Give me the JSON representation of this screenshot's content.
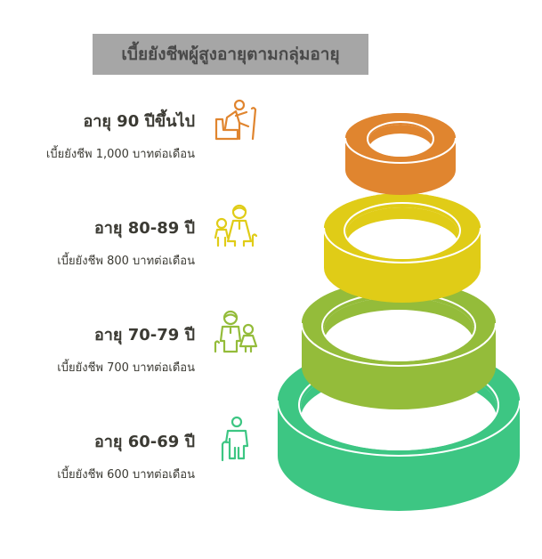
{
  "title": "เบี้ยยังชีพผู้สูงอายุตามกลุ่มอายุ",
  "tiers": [
    {
      "age_label": "อายุ 90 ปีขึ้นไป",
      "allowance": "เบี้ยยังชีพ 1,000 บาทต่อเดือน",
      "icon": "elderly-seated-with-cane-icon",
      "color": "#e0852f"
    },
    {
      "age_label": "อายุ 80-89 ปี",
      "allowance": "เบี้ยยังชีพ 800 บาทต่อเดือน",
      "icon": "elderly-woman-with-child-icon",
      "color": "#e0cc17"
    },
    {
      "age_label": "อายุ 70-79 ปี",
      "allowance": "เบี้ยยังชีพ 700 บาทต่อเดือน",
      "icon": "elderly-man-with-child-icon",
      "color": "#94bc3a"
    },
    {
      "age_label": "อายุ 60-69 ปี",
      "allowance": "เบี้ยยังชีพ 600 บาทต่อเดือน",
      "icon": "elderly-person-with-cane-icon",
      "color": "#3dc683"
    }
  ],
  "colors": {
    "title_bg": "#a6a6a6",
    "title_text": "#4a4a4a",
    "text": "#3b3a33"
  }
}
